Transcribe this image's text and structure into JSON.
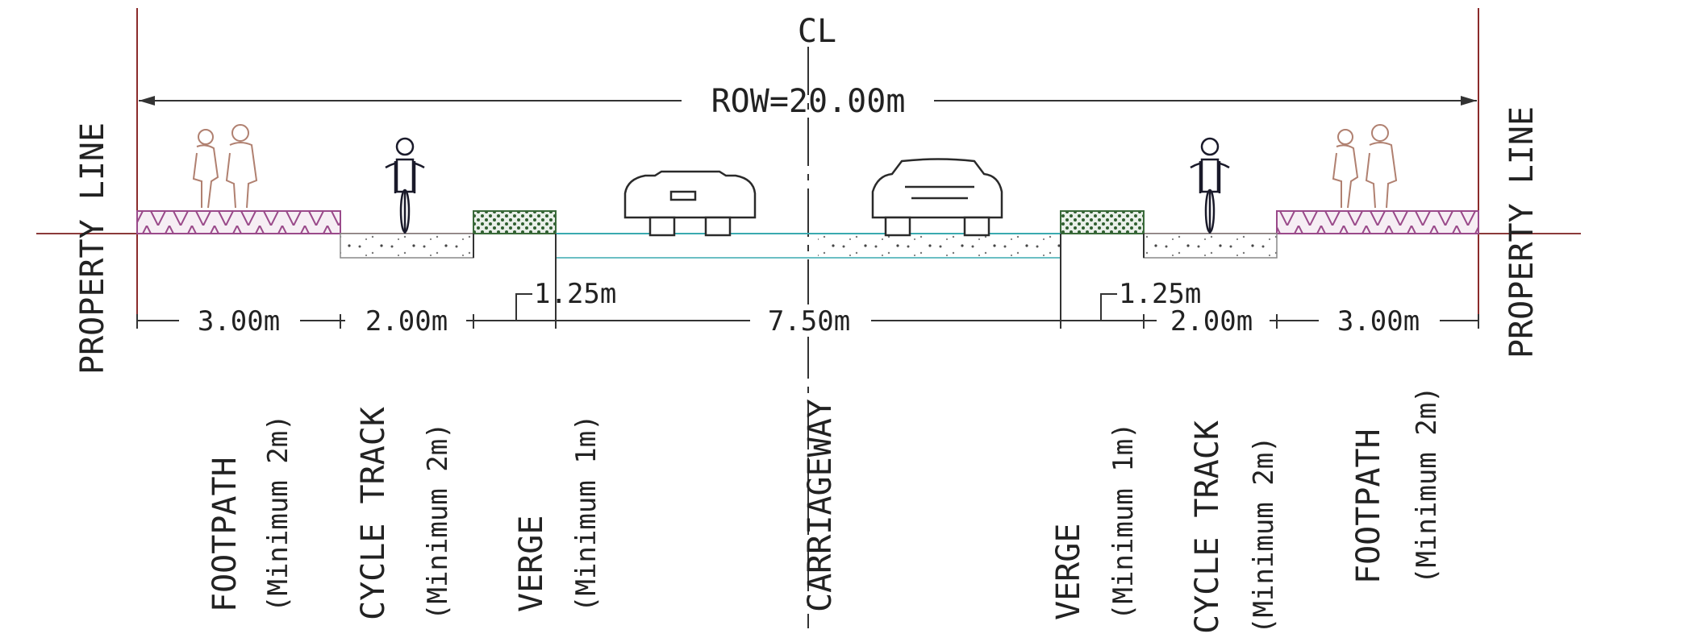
{
  "centerline": "CL",
  "row_label": "ROW=20.00m",
  "property_line": "PROPERTY LINE",
  "dimensions": {
    "footpath_left": "3.00m",
    "cycle_left": "2.00m",
    "verge_left": "1.25m",
    "carriageway": "7.50m",
    "verge_right": "1.25m",
    "cycle_right": "2.00m",
    "footpath_right": "3.00m"
  },
  "labels": {
    "footpath": "FOOTPATH",
    "footpath_min": "(Minimum 2m)",
    "cycle": "CYCLE TRACK",
    "cycle_min": "(Minimum 2m)",
    "verge": "VERGE",
    "verge_min": "(Minimum 1m)",
    "carriageway": "CARRIAGEWAY"
  },
  "colors": {
    "property_line": "#8b2b2b",
    "ground": "#8b3a3a",
    "footpath_hatch": "#9a4a8a",
    "verge_fill": "#3a6a3a",
    "guide_line": "#3aaab0"
  }
}
